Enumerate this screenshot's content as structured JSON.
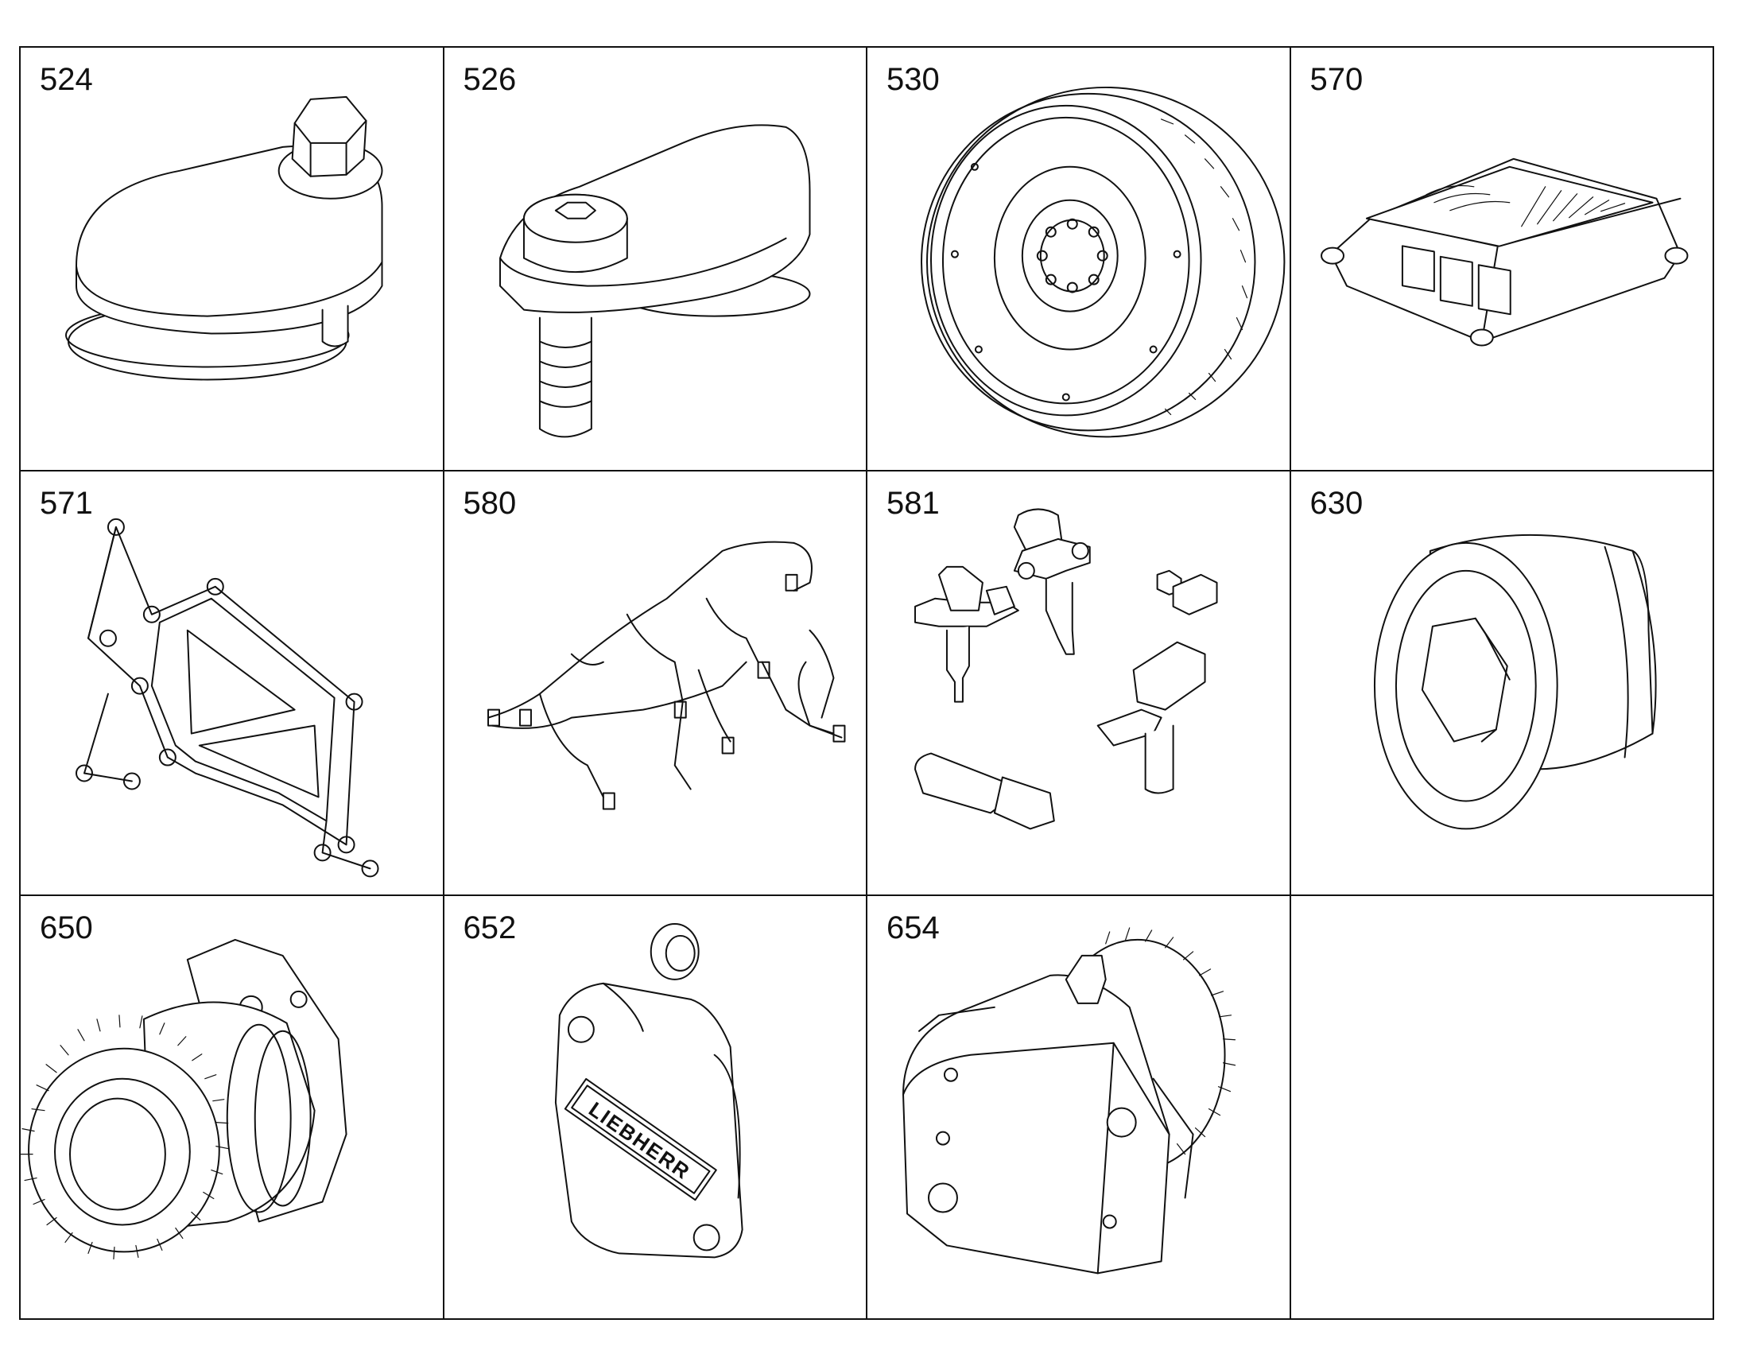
{
  "parts": [
    {
      "number": "524",
      "icon": "plug-adapter-icon"
    },
    {
      "number": "526",
      "icon": "bracket-bolt-icon"
    },
    {
      "number": "530",
      "icon": "flywheel-icon"
    },
    {
      "number": "570",
      "icon": "control-unit-icon"
    },
    {
      "number": "571",
      "icon": "mounting-frame-icon"
    },
    {
      "number": "580",
      "icon": "wiring-harness-icon"
    },
    {
      "number": "581",
      "icon": "sensors-icon"
    },
    {
      "number": "630",
      "icon": "screw-plug-icon"
    },
    {
      "number": "650",
      "icon": "gear-drive-icon"
    },
    {
      "number": "652",
      "icon": "cover-plate-icon"
    },
    {
      "number": "654",
      "icon": "pump-gear-icon"
    },
    {
      "number": "",
      "icon": ""
    }
  ],
  "cover_text": "LIEBHERR"
}
